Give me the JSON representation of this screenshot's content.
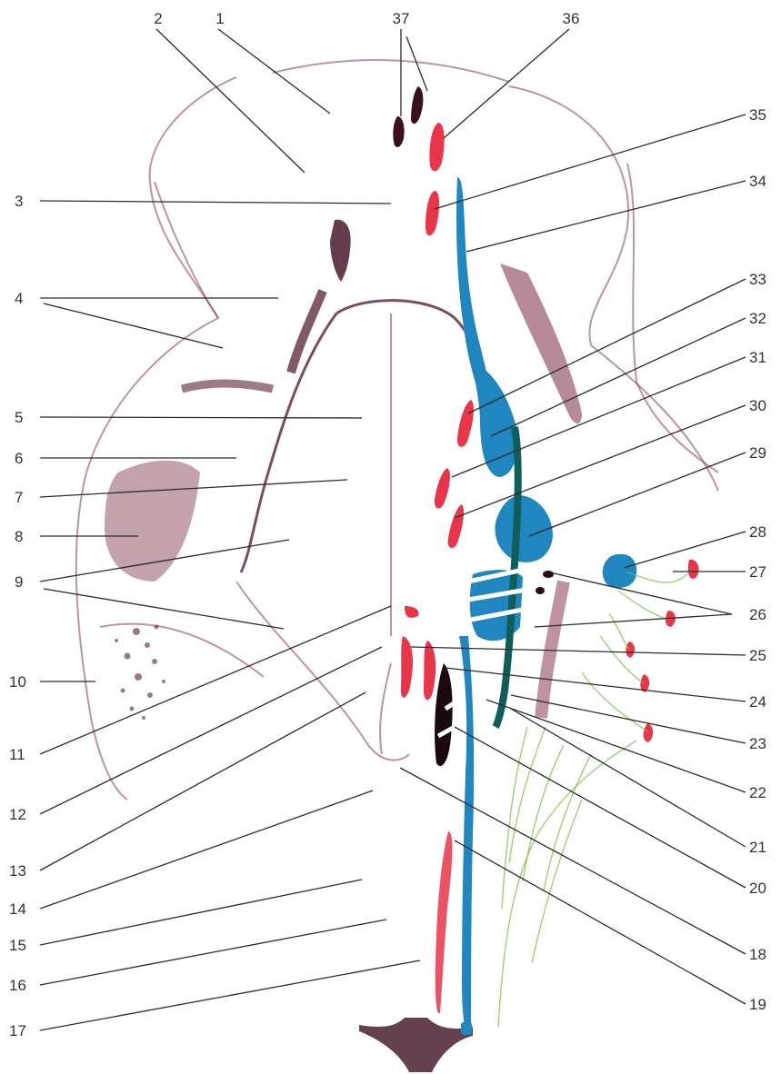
{
  "labels": {
    "l1": "1",
    "l2": "2",
    "l3": "3",
    "l4": "4",
    "l5": "5",
    "l6": "6",
    "l7": "7",
    "l8": "8",
    "l9": "9",
    "l10": "10",
    "l11": "11",
    "l12": "12",
    "l13": "13",
    "l14": "14",
    "l15": "15",
    "l16": "16",
    "l17": "17",
    "l18": "18",
    "l19": "19",
    "l20": "20",
    "l21": "21",
    "l22": "22",
    "l23": "23",
    "l24": "24",
    "l25": "25",
    "l26": "26",
    "l27": "27",
    "l28": "28",
    "l29": "29",
    "l30": "30",
    "l31": "31",
    "l32": "32",
    "l33": "33",
    "l34": "34",
    "l35": "35",
    "l36": "36",
    "l37": "37"
  },
  "colors": {
    "motor_nuclei": "#e8354a",
    "sensory_nuclei": "#1f86c0",
    "dark_nuclei": "#3a0f1e",
    "tract_teal": "#0f5e5a",
    "fibers_green": "#7fbf4a",
    "brain_outline": "#8a3a52"
  }
}
